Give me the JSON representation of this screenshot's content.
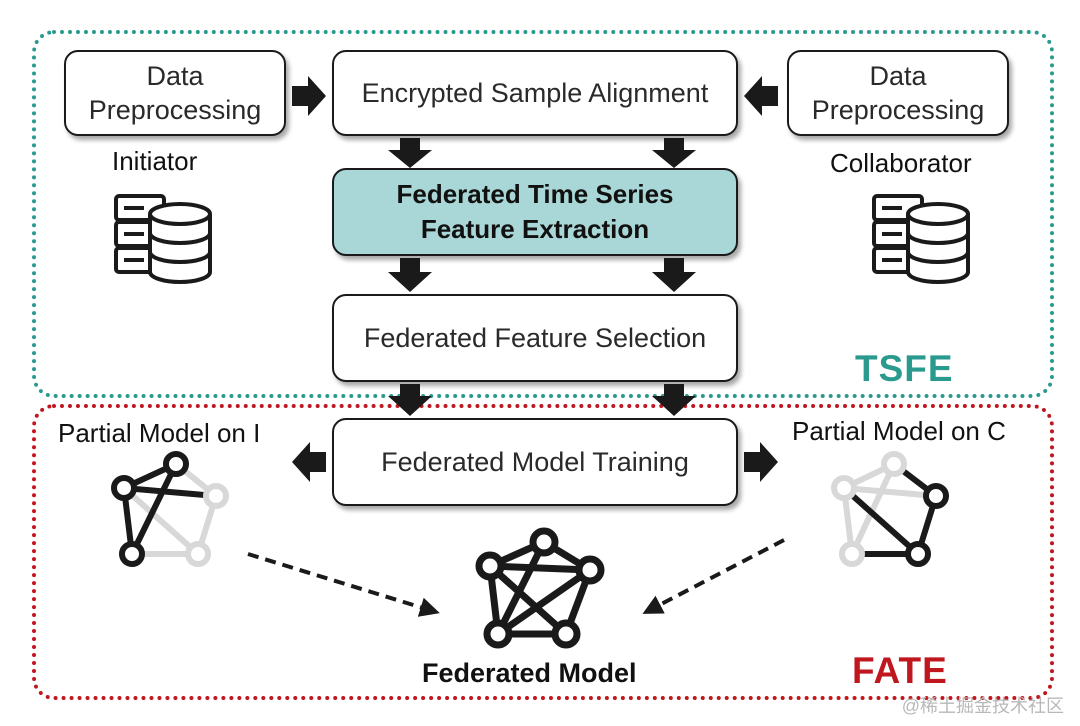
{
  "regions": {
    "tsfe": {
      "title": "TSFE",
      "color": "#2a9a8f"
    },
    "fate": {
      "title": "FATE",
      "color": "#c0161e"
    }
  },
  "boxes": {
    "prep_left": "Data Preprocessing",
    "prep_right": "Data Preprocessing",
    "alignment": "Encrypted Sample Alignment",
    "extraction": "Federated Time Series Feature Extraction",
    "selection": "Federated Feature Selection",
    "training": "Federated Model Training"
  },
  "labels": {
    "initiator": "Initiator",
    "collaborator": "Collaborator",
    "partial_i": "Partial Model on I",
    "partial_c": "Partial Model on C",
    "federated_model": "Federated Model"
  },
  "watermark": "@稀土掘金技术社区",
  "colors": {
    "highlight": "#a9d6d6",
    "dark": "#1a1a1a",
    "faded": "#d8d8d8"
  },
  "icons": [
    "database-server-icon",
    "network-graph-icon",
    "arrow-icon"
  ]
}
